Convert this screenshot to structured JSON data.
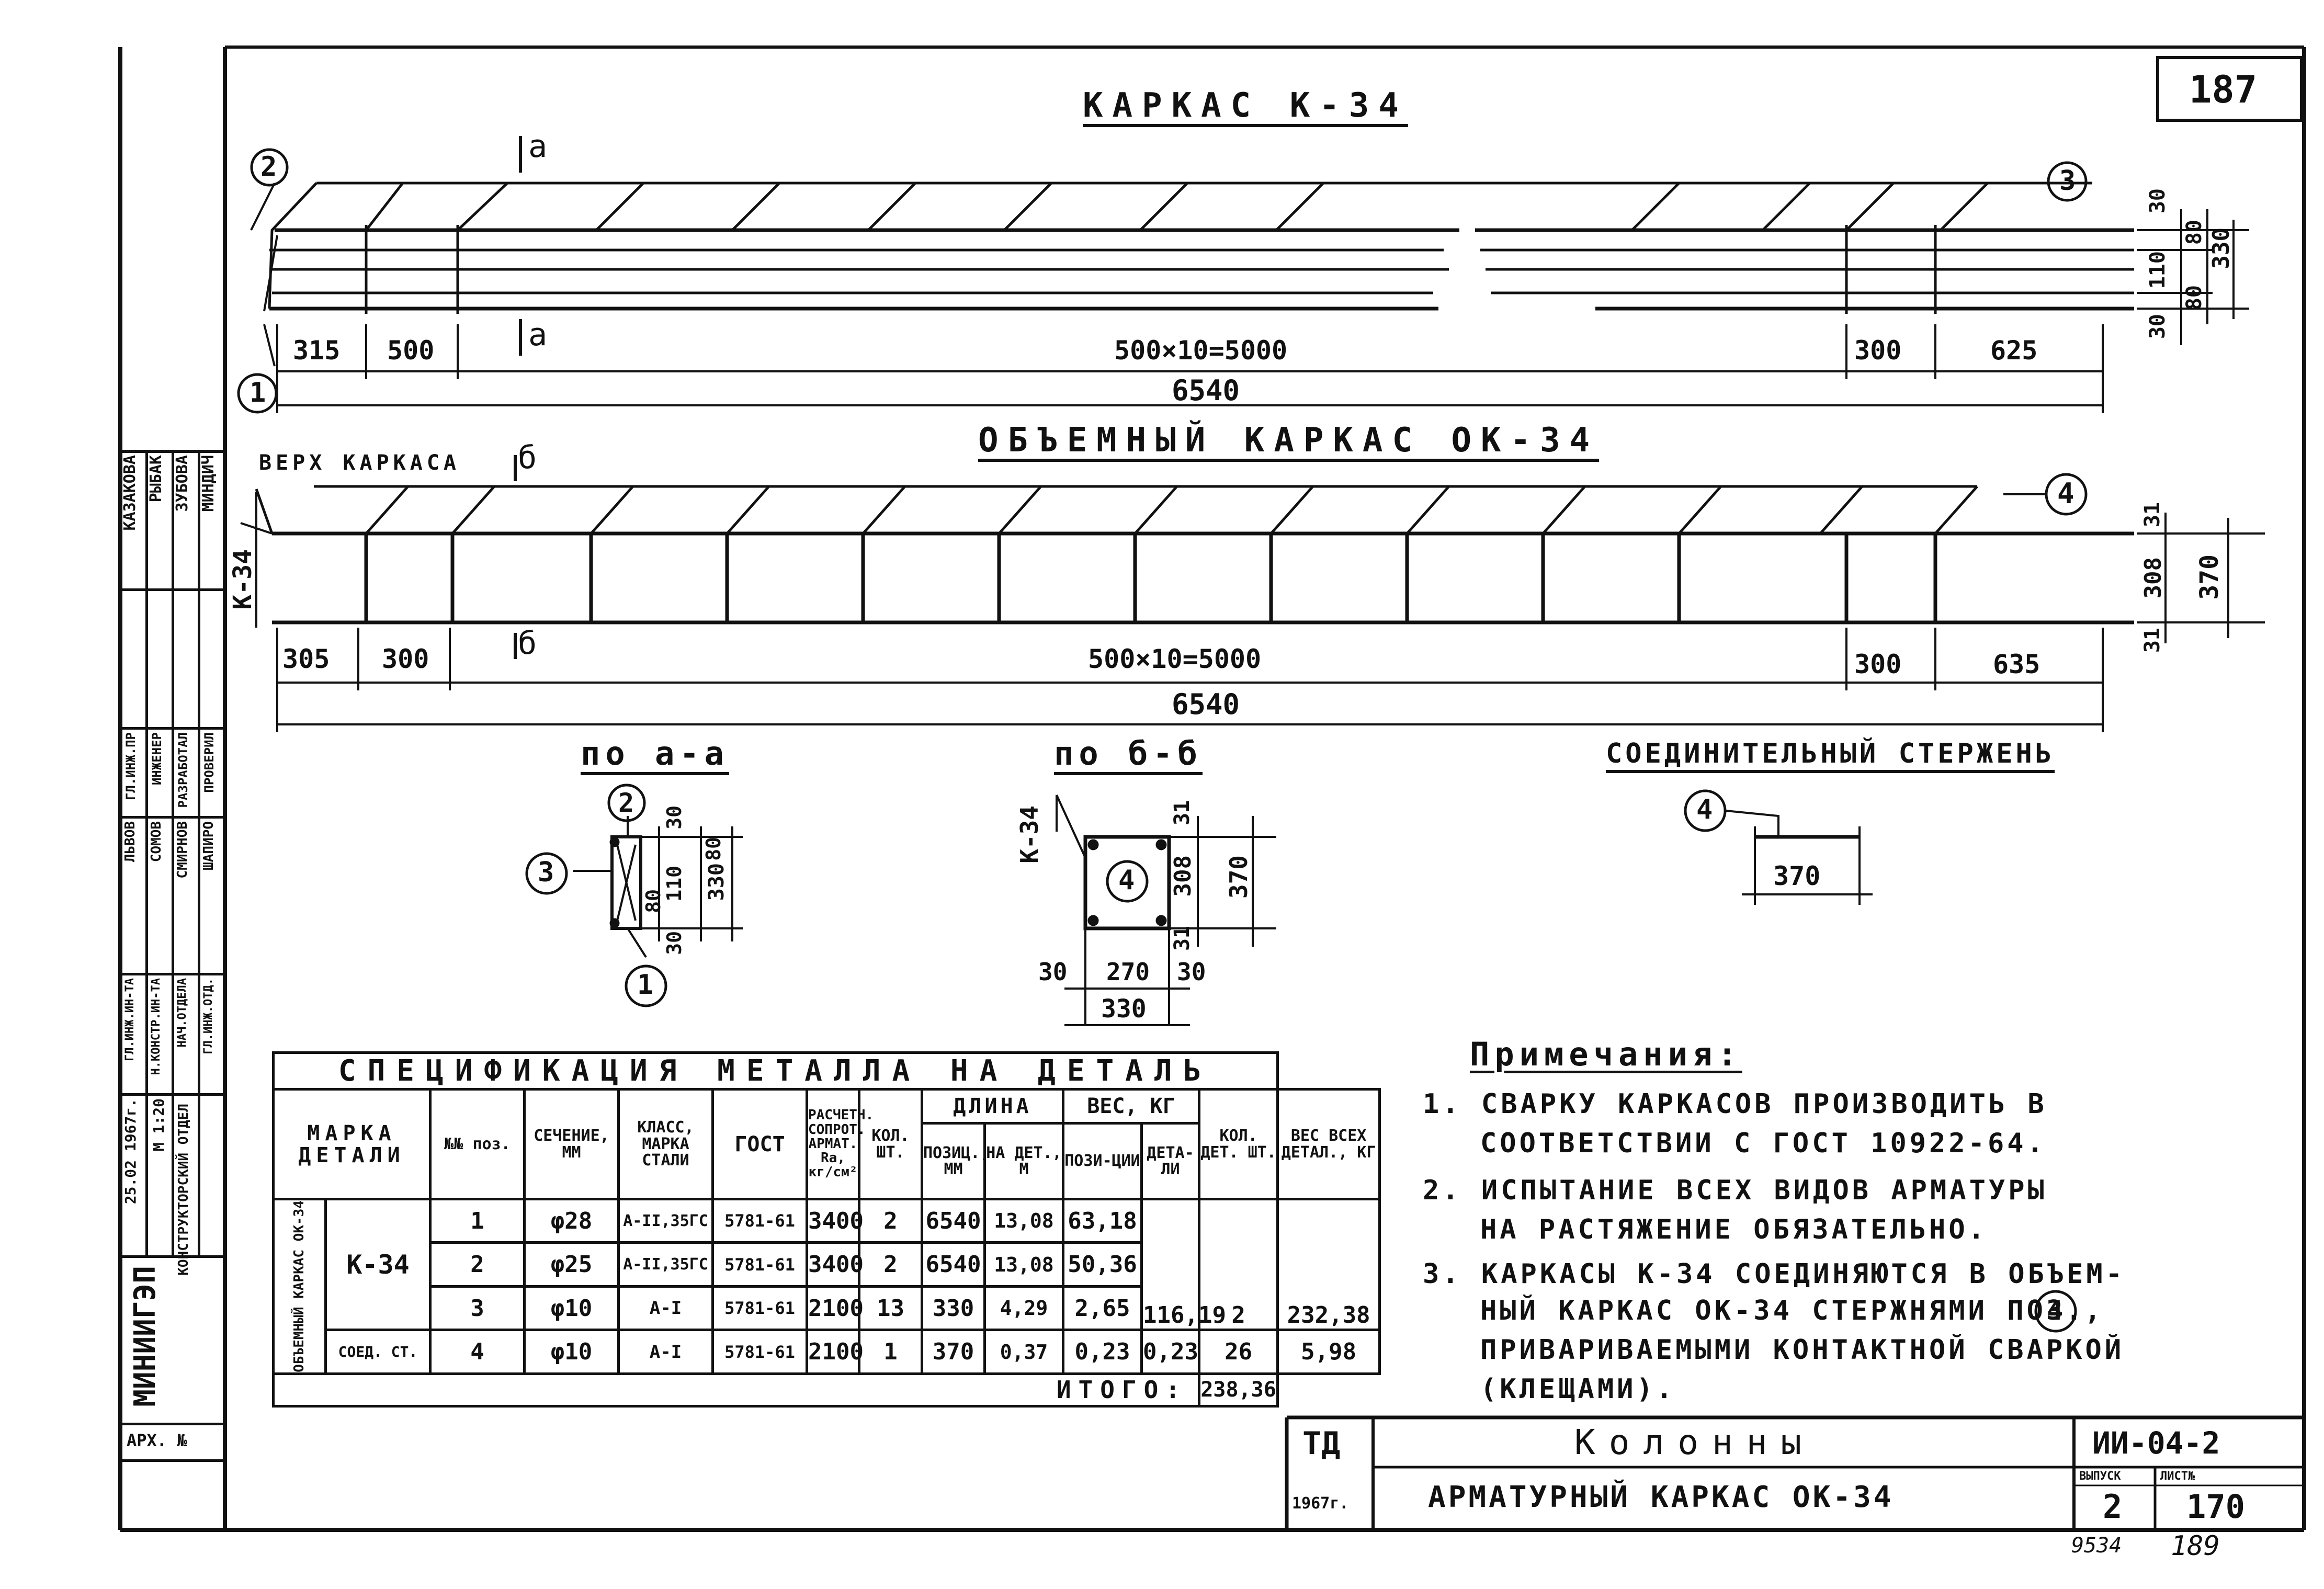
{
  "sheet": {
    "page_number": "187"
  },
  "frame1": {
    "title": "КАРКАС К-34",
    "callouts": [
      "2",
      "3",
      "1"
    ],
    "section_mark": "а",
    "dims_right": [
      "30",
      "80",
      "330",
      "110",
      "80",
      "30"
    ],
    "dims_bottom": [
      "315",
      "500",
      "500×10=5000",
      "300",
      "625"
    ],
    "overall": "6540"
  },
  "frame2": {
    "title": "ОБЪЕМНЫЙ КАРКАС ОК-34",
    "top_label": "ВЕРХ КАРКАСА",
    "side_label": "К-34",
    "section_mark": "б",
    "callout": "4",
    "dims_right": [
      "31",
      "308",
      "31",
      "370"
    ],
    "dims_bottom": [
      "305",
      "300",
      "500×10=5000",
      "300",
      "635"
    ],
    "overall": "6540"
  },
  "section_aa": {
    "title": "по а-а",
    "callouts": [
      "2",
      "3",
      "1"
    ],
    "dims": [
      "30",
      "110",
      "80",
      "330",
      "80",
      "30"
    ]
  },
  "section_bb": {
    "title": "по б-б",
    "side_label": "К-34",
    "callout": "4",
    "dims_right": [
      "31",
      "308",
      "31",
      "370"
    ],
    "dims_bottom": [
      "30",
      "270",
      "30",
      "330"
    ]
  },
  "connector": {
    "title": "СОЕДИНИТЕЛЬНЫЙ СТЕРЖЕНЬ",
    "callout": "4",
    "length": "370"
  },
  "spec": {
    "title": "СПЕЦИФИКАЦИЯ МЕТАЛЛА НА ДЕТАЛЬ",
    "headers": {
      "marka": "МАРКА ДЕТАЛИ",
      "pos": "№№ поз.",
      "section": "СЕЧЕНИЕ, ММ",
      "klass": "КЛАСС, МАРКА СТАЛИ",
      "gost": "ГОСТ",
      "resist": "РАСЧЕТН. СОПРОТ. АРМАТ. Ra, кг/см²",
      "qty": "КОЛ. ШТ.",
      "length": "ДЛИНА",
      "len_pos": "ПОЗИЦ., ММ",
      "len_det": "НА ДЕТ., М",
      "weight": "ВЕС, КГ",
      "w_pos": "ПОЗИ-ЦИИ",
      "w_det": "ДЕТА-ЛИ",
      "qty_det": "КОЛ. ДЕТ. ШТ.",
      "w_all": "ВЕС ВСЕХ ДЕТАЛ., КГ"
    },
    "group_label": "ОБЪЕМНЫЙ КАРКАС ОК-34",
    "k34": "К-34",
    "soed": "СОЕД. СТ.",
    "rows": [
      {
        "pos": "1",
        "section": "φ28",
        "klass": "А-II,35ГС",
        "gost": "5781-61",
        "resist": "3400",
        "qty": "2",
        "len_pos": "6540",
        "len_det": "13,08",
        "w_pos": "63,18"
      },
      {
        "pos": "2",
        "section": "φ25",
        "klass": "А-II,35ГС",
        "gost": "5781-61",
        "resist": "3400",
        "qty": "2",
        "len_pos": "6540",
        "len_det": "13,08",
        "w_pos": "50,36"
      },
      {
        "pos": "3",
        "section": "φ10",
        "klass": "А-I",
        "gost": "5781-61",
        "resist": "2100",
        "qty": "13",
        "len_pos": "330",
        "len_det": "4,29",
        "w_pos": "2,65"
      },
      {
        "pos": "4",
        "section": "φ10",
        "klass": "А-I",
        "gost": "5781-61",
        "resist": "2100",
        "qty": "1",
        "len_pos": "370",
        "len_det": "0,37",
        "w_pos": "0,23"
      }
    ],
    "k34_w_det": "116,19",
    "k34_qty_det": "2",
    "k34_w_all": "232,38",
    "soed_w_det": "0,23",
    "soed_qty_det": "26",
    "soed_w_all": "5,98",
    "total_label": "ИТОГО:",
    "total": "238,36"
  },
  "notes": {
    "heading": "Примечания:",
    "items": [
      "1. СВАРКУ КАРКАСОВ ПРОИЗВОДИТЬ В",
      "СООТВЕТСТВИИ С ГОСТ 10922-64.",
      "2. ИСПЫТАНИЕ ВСЕХ ВИДОВ АРМАТУРЫ",
      "НА РАСТЯЖЕНИЕ ОБЯЗАТЕЛЬНО.",
      "3. КАРКАСЫ К-34 СОЕДИНЯЮТСЯ В ОБЪЕМ-",
      "НЫЙ КАРКАС ОК-34 СТЕРЖНЯМИ ПОЗ.",
      ",",
      "ПРИВАРИВАЕМЫМИ КОНТАКТНОЙ СВАРКОЙ",
      "(КЛЕЩАМИ)."
    ],
    "pos_ref": "4"
  },
  "title_block": {
    "td": "ТД",
    "year": "1967г.",
    "title": "Колонны",
    "subtitle": "АРМАТУРНЫЙ КАРКАС ОК-34",
    "code": "ИИ-04-2",
    "vypusk_label": "ВЫПУСК",
    "list_label": "ЛИСТ№",
    "vypusk": "2",
    "list": "170",
    "archive": "9534",
    "archive_page": "189"
  },
  "side_stamp": {
    "institute": "МИНИИГЭП",
    "department": "КОНСТРУКТОРСКИЙ ОТДЕЛ",
    "date": "25.02 1967г.",
    "sheet_ref": "М 1:20",
    "arch": "АРХ. №",
    "roles": [
      "ГЛ.ИНЖ.ИН-ТА",
      "Н.КОНСТР.ИН-ТА",
      "НАЧ.ОТДЕЛА",
      "ГЛ.ИНЖ.ОТД."
    ],
    "names1": [
      "ЛЬВОВ",
      "СОМОВ",
      "СМИРНОВ",
      "ШАПИРО"
    ],
    "roles2": [
      "ГЛ.ИНЖ.ПР",
      "ИНЖЕНЕР",
      "РАЗРАБОТАЛ",
      "ПРОВЕРИЛ"
    ],
    "names2": [
      "КАЗАКОВА",
      "РЫБАК",
      "ЗУБОВА",
      "МИНДИЧ"
    ]
  }
}
